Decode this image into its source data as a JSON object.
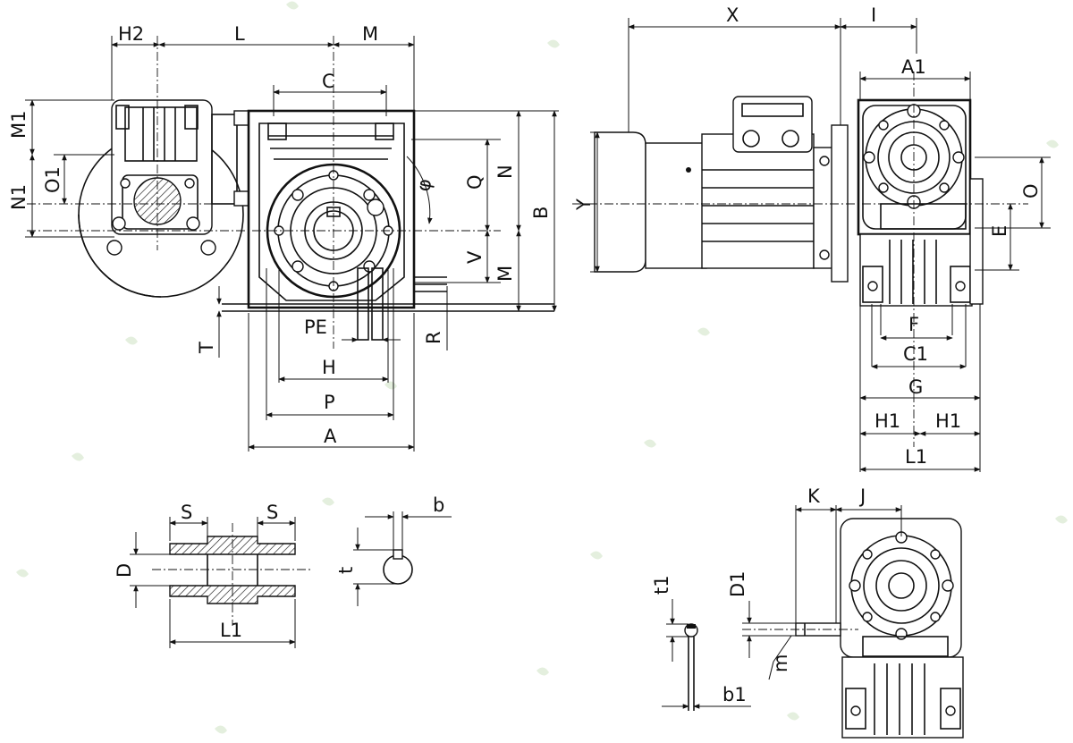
{
  "views": {
    "front": {
      "dimensions": [
        "H2",
        "L",
        "M",
        "C",
        "M1",
        "O1",
        "N1",
        "N",
        "Q",
        "B",
        "φ",
        "V",
        "M",
        "T",
        "PE",
        "R",
        "H",
        "P",
        "A"
      ]
    },
    "side": {
      "dimensions": [
        "X",
        "I",
        "A1",
        "Y",
        "O",
        "E",
        "F",
        "C1",
        "G",
        "H1",
        "H1",
        "L1"
      ]
    },
    "hollow_shaft": {
      "dimensions": [
        "S",
        "S",
        "D",
        "L1",
        "b",
        "t"
      ]
    },
    "input_shaft": {
      "dimensions": [
        "K",
        "J",
        "D1",
        "t1",
        "m",
        "b1"
      ]
    }
  }
}
